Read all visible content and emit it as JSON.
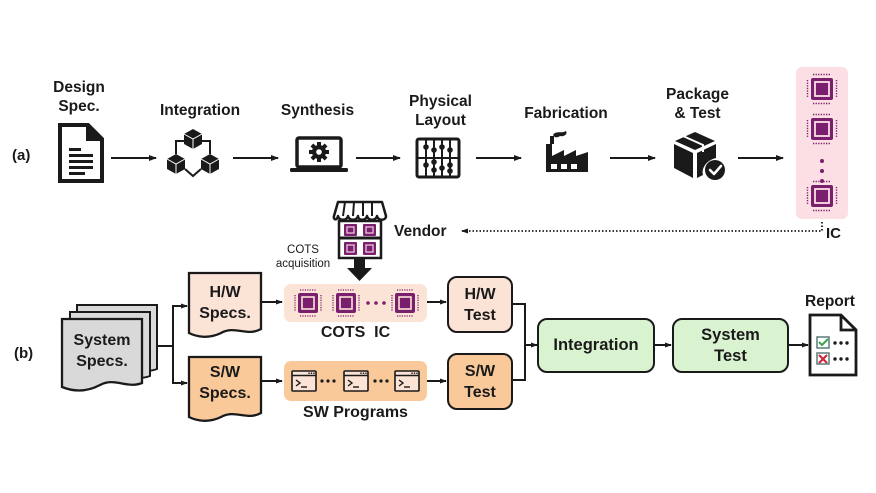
{
  "panel_a": {
    "label": "(a)",
    "stages": [
      {
        "id": "design-spec",
        "line1": "Design",
        "line2": "Spec.",
        "icon": "document-icon"
      },
      {
        "id": "integration",
        "line1": "Integration",
        "line2": "",
        "icon": "cubes-network-icon"
      },
      {
        "id": "synthesis",
        "line1": "Synthesis",
        "line2": "",
        "icon": "laptop-gear-icon"
      },
      {
        "id": "physical-layout",
        "line1": "Physical",
        "line2": "Layout",
        "icon": "abacus-grid-icon"
      },
      {
        "id": "fabrication",
        "line1": "Fabrication",
        "line2": "",
        "icon": "factory-icon"
      },
      {
        "id": "package-test",
        "line1": "Package",
        "line2": "& Test",
        "icon": "box-check-icon"
      }
    ],
    "output_label": "IC",
    "output_icon": "chip-icon"
  },
  "vendor": {
    "label": "Vendor",
    "icon": "storefront-icon",
    "acquisition_line1": "COTS",
    "acquisition_line2": "acquisition"
  },
  "panel_b": {
    "label": "(b)",
    "system_specs_line1": "System",
    "system_specs_line2": "Specs.",
    "hw_specs_line1": "H/W",
    "hw_specs_line2": "Specs.",
    "sw_specs_line1": "S/W",
    "sw_specs_line2": "Specs.",
    "cots_ic_label": "COTS  IC",
    "sw_programs_label": "SW Programs",
    "hw_test_line1": "H/W",
    "hw_test_line2": "Test",
    "sw_test_line1": "S/W",
    "sw_test_line2": "Test",
    "integration_label": "Integration",
    "system_test_line1": "System",
    "system_test_line2": "Test",
    "report_label": "Report",
    "ellipsis": "• • •"
  },
  "colors": {
    "ic_panel_bg": "#fbdfe4",
    "chip_purple": "#7a1f6e",
    "hw_bg": "#fbe3d6",
    "sw_bg": "#f9c99a",
    "green_bg": "#d9f2d0",
    "system_specs_bg": "#d9d9d9",
    "check_green": "#3aa24a",
    "cross_red": "#d0283a"
  }
}
